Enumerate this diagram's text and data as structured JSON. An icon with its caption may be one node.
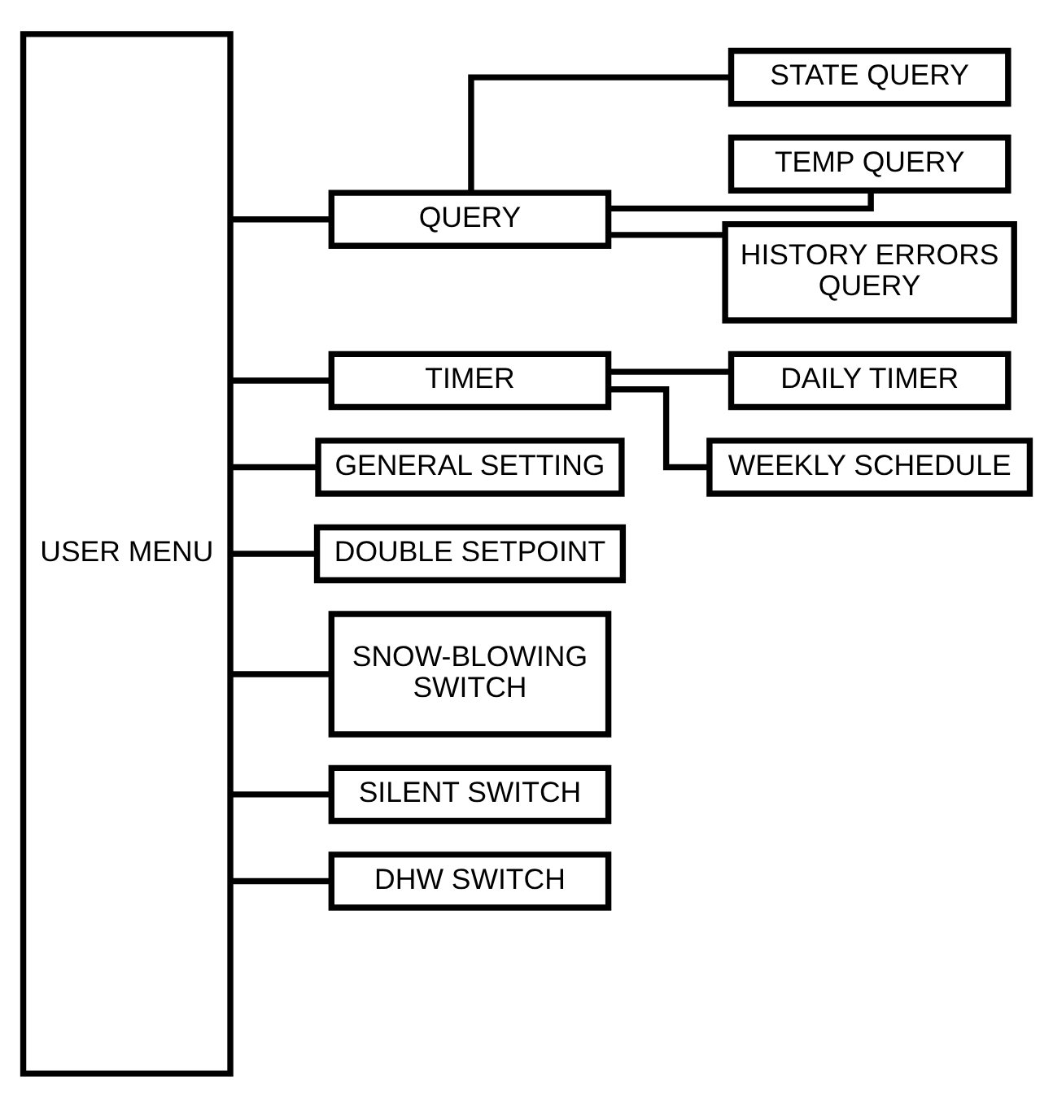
{
  "diagram": {
    "nodes": [
      {
        "text": [
          "USER MENU"
        ]
      },
      {
        "text": [
          "QUERY"
        ]
      },
      {
        "text": [
          "STATE QUERY"
        ]
      },
      {
        "text": [
          "TEMP QUERY"
        ]
      },
      {
        "text": [
          "HISTORY ERRORS QUERY"
        ]
      },
      {
        "text": [
          "TIMER"
        ]
      },
      {
        "text": [
          "DAILY TIMER"
        ]
      },
      {
        "text": [
          "WEEKLY SCHEDULE"
        ]
      },
      {
        "text": [
          "GENERAL SETTING"
        ]
      },
      {
        "text": [
          "DOUBLE SETPOINT"
        ]
      },
      {
        "text": [
          "SNOW-BLOWING SWITCH"
        ]
      },
      {
        "text": [
          "SILENT SWITCH"
        ]
      },
      {
        "text": [
          "DHW SWITCH"
        ]
      }
    ],
    "edges": [
      {
        "from": 0,
        "to": 1,
        "arrow": "none"
      },
      {
        "from": 1,
        "to": 2,
        "arrow": "none"
      },
      {
        "from": 1,
        "to": 3,
        "arrow": "none"
      },
      {
        "from": 1,
        "to": 4,
        "arrow": "none"
      },
      {
        "from": 0,
        "to": 5,
        "arrow": "none"
      },
      {
        "from": 5,
        "to": 6,
        "arrow": "none"
      },
      {
        "from": 5,
        "to": 7,
        "arrow": "none"
      },
      {
        "from": 0,
        "to": 8,
        "arrow": "none"
      },
      {
        "from": 0,
        "to": 9,
        "arrow": "none"
      },
      {
        "from": 0,
        "to": 10,
        "arrow": "none"
      },
      {
        "from": 0,
        "to": 11,
        "arrow": "none"
      },
      {
        "from": 0,
        "to": 12,
        "arrow": "none"
      }
    ]
  }
}
